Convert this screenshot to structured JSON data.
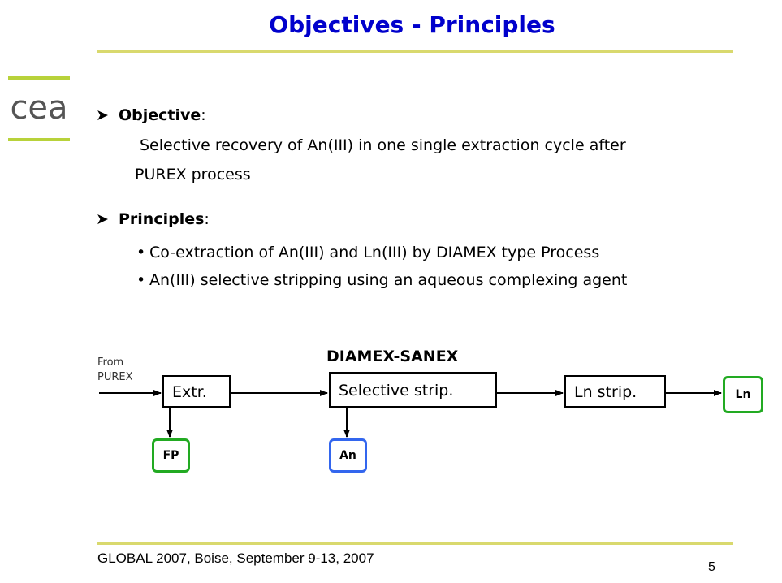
{
  "slide": {
    "title": "Objectives - Principles",
    "objective_heading": "Objective",
    "objective_colon": ":",
    "objective_line1": "Selective recovery of An(III) in one single extraction cycle after",
    "objective_line2": "PUREX process",
    "principles_heading": "Principles",
    "principles_colon": ":",
    "principles_items": [
      "Co-extraction of An(III) and Ln(III) by DIAMEX type Process",
      "An(III) selective stripping using an aqueous complexing agent"
    ]
  },
  "diagram": {
    "title": "DIAMEX-SANEX",
    "from_line1": "From",
    "from_line2": "PUREX",
    "boxes": {
      "extr": "Extr.",
      "selective": "Selective strip.",
      "ln_strip": "Ln strip."
    },
    "outputs": {
      "fp": "FP",
      "an": "An",
      "ln": "Ln"
    },
    "colors": {
      "fp": "#22aa22",
      "an": "#3366ee",
      "ln": "#22aa22"
    }
  },
  "footer": {
    "text": "GLOBAL 2007, Boise, September 9-13, 2007",
    "page": "5"
  },
  "logo": {
    "text": "cea",
    "accent": "#b8d23a"
  },
  "theme": {
    "title_color": "#0000cc",
    "rule_color": "#d9d96e"
  }
}
